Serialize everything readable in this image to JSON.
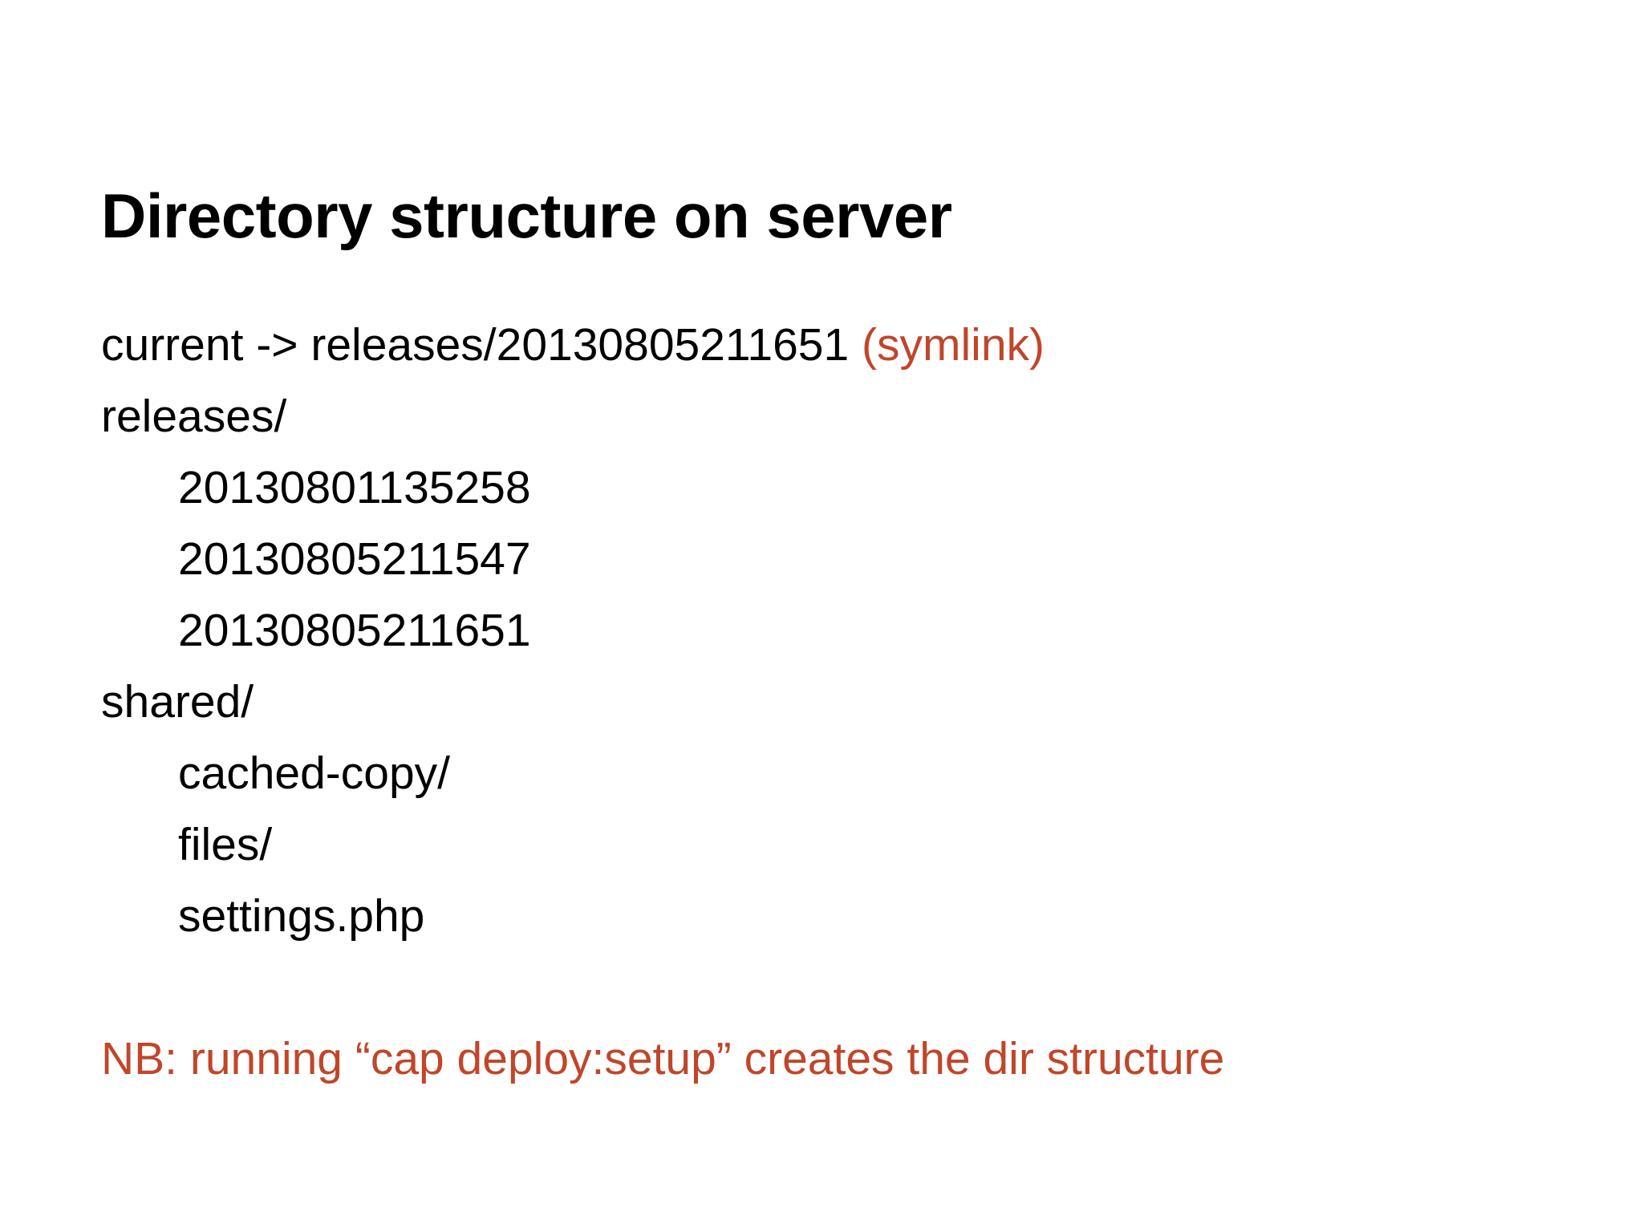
{
  "slide": {
    "title": "Directory structure on server",
    "accent_color": "#C0462A",
    "text_color": "#000000",
    "background_color": "#FFFFFF",
    "lines": [
      {
        "id": "current-symlink",
        "indent": false,
        "text": "current -> releases/20130805211651 ",
        "suffix": "(symlink)",
        "suffix_color": "#C0462A"
      },
      {
        "id": "releases-dir",
        "indent": false,
        "text": "releases/",
        "suffix": "",
        "suffix_color": ""
      },
      {
        "id": "release-20130801135258",
        "indent": true,
        "text": "20130801135258",
        "suffix": "",
        "suffix_color": ""
      },
      {
        "id": "release-20130805211547",
        "indent": true,
        "text": "20130805211547",
        "suffix": "",
        "suffix_color": ""
      },
      {
        "id": "release-20130805211651",
        "indent": true,
        "text": "20130805211651",
        "suffix": "",
        "suffix_color": ""
      },
      {
        "id": "shared-dir",
        "indent": false,
        "text": "shared/",
        "suffix": "",
        "suffix_color": ""
      },
      {
        "id": "shared-cached-copy",
        "indent": true,
        "text": "cached-copy/",
        "suffix": "",
        "suffix_color": ""
      },
      {
        "id": "shared-files",
        "indent": true,
        "text": "files/",
        "suffix": "",
        "suffix_color": ""
      },
      {
        "id": "shared-settings-php",
        "indent": true,
        "text": "settings.php",
        "suffix": "",
        "suffix_color": ""
      }
    ],
    "note": "NB: running “cap deploy:setup” creates the dir structure"
  }
}
